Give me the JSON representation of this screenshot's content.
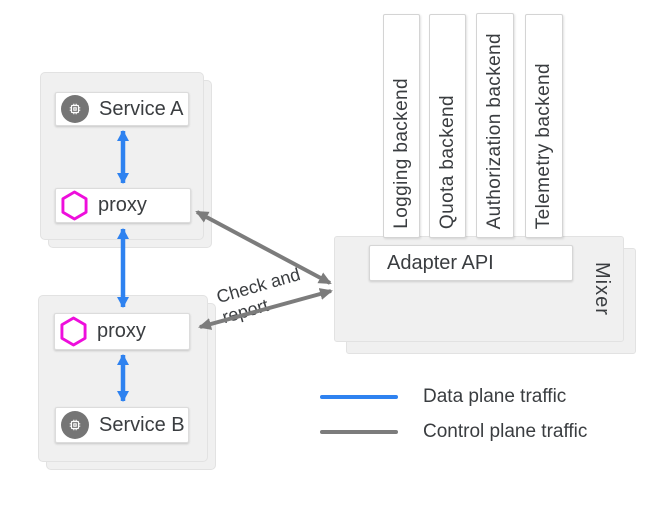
{
  "groups": {
    "a": {
      "service": "Service A",
      "proxy": "proxy"
    },
    "b": {
      "service": "Service B",
      "proxy": "proxy"
    }
  },
  "backends": [
    "Logging backend",
    "Quota backend",
    "Authorization backend",
    "Telemetry backend"
  ],
  "mixer": {
    "label": "Mixer",
    "adapter_api": "Adapter API"
  },
  "annotations": {
    "check_report_line1": "Check and",
    "check_report_line2": "report"
  },
  "legend": {
    "data_plane": "Data plane traffic",
    "control_plane": "Control plane traffic"
  },
  "icons": {
    "service": "chip-icon",
    "proxy": "hexagon-icon"
  },
  "colors": {
    "data_plane": "#2E82F0",
    "control_plane": "#7C7C7C",
    "proxy_hex": "#EE0EDC",
    "service_icon": "#757575",
    "card_bg": "#F0F0F0",
    "text": "#3A3D40"
  }
}
